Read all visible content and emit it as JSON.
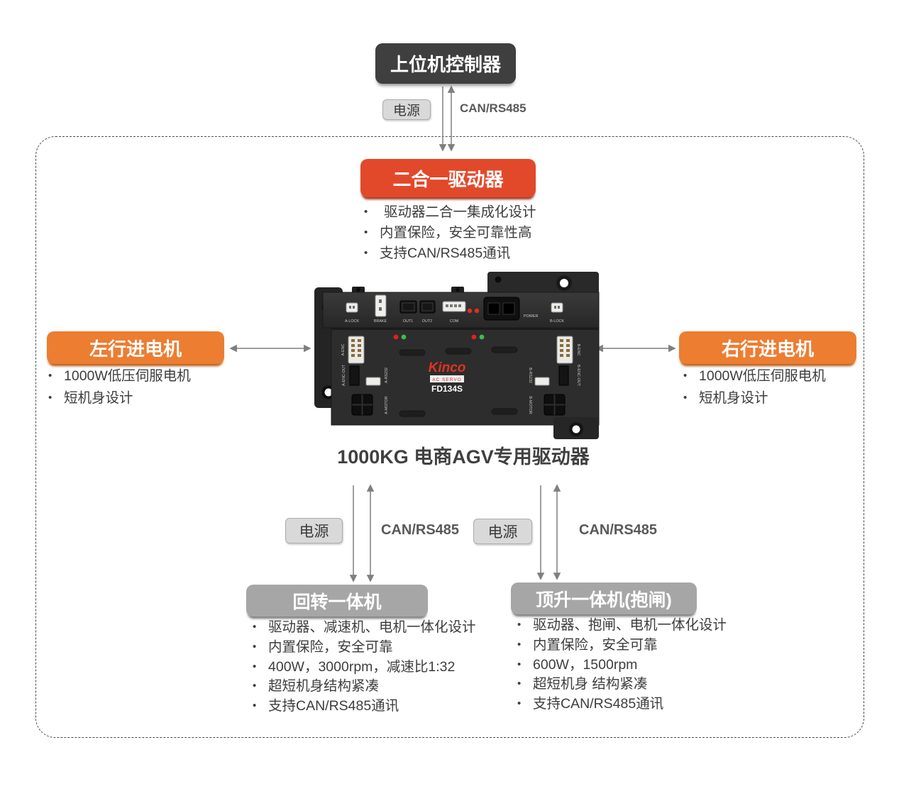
{
  "palette": {
    "red": "#E2492B",
    "orange": "#ED7D31",
    "dark_box": "#3F3F3F",
    "gray_box": "#A6A6A6",
    "tag_bg": "#D9D9D9",
    "arrow": "#7F7F7F",
    "bus_text": "#595959",
    "brand_red": "#E23222"
  },
  "caption": "1000KG 电商AGV专用驱动器",
  "nodes": {
    "host": {
      "label": "上位机控制器"
    },
    "driver": {
      "label": "二合一驱动器",
      "features": [
        "驱动器二合一集成化设计",
        "内置保险，安全可靠性高",
        "支持CAN/RS485通讯"
      ]
    },
    "left_motor": {
      "label": "左行进电机",
      "features": [
        "1000W低压伺服电机",
        "短机身设计"
      ]
    },
    "right_motor": {
      "label": "右行进电机",
      "features": [
        "1000W低压伺服电机",
        "短机身设计"
      ]
    },
    "rotate_unit": {
      "label": "回转一体机",
      "features": [
        "驱动器、减速机、电机一体化设计",
        "内置保险，安全可靠",
        "400W，3000rpm，减速比1:32",
        "超短机身结构紧凑",
        "支持CAN/RS485通讯"
      ]
    },
    "lift_unit": {
      "label": "顶升一体机(抱闸)",
      "features": [
        "驱动器、抱闸、电机一体化设计",
        "内置保险，安全可靠",
        "600W，1500rpm",
        "超短机身 结构紧凑",
        "支持CAN/RS485通讯"
      ]
    }
  },
  "links": {
    "host_driver": {
      "power": "电源",
      "bus": "CAN/RS485"
    },
    "driver_rotate": {
      "power": "电源",
      "bus": "CAN/RS485"
    },
    "driver_lift": {
      "power": "电源",
      "bus": "CAN/RS485"
    }
  },
  "device": {
    "brand": "Kinco",
    "series_badge": "AC SERVO",
    "model": "FD134S",
    "port_labels": {
      "a_lock": "A-LOCK",
      "brake": "BRAKE",
      "out1": "OUT1",
      "out2": "OUT2",
      "com": "COM",
      "power": "POWER",
      "b_lock": "B-LOCK",
      "a_enc": "A-ENC",
      "a_enc_out": "A-ENC-OUT",
      "a_rs232": "A-RS232",
      "a_motor": "A-MOTOR",
      "b_enc": "B-ENC",
      "b_enc_out": "B-ENC-OUT",
      "b_rs232": "B-RS232",
      "b_motor": "B-MOTOR"
    }
  }
}
